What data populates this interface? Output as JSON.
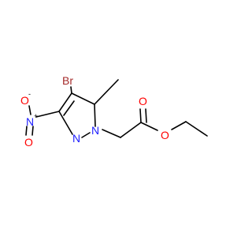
{
  "structure": {
    "atoms": {
      "br": "Br",
      "nitro_n": "N",
      "nitro_o_top": "O",
      "nitro_o_bottom": "O",
      "ring_n2": "N",
      "ring_n1": "N",
      "ester_o_carbonyl": "O",
      "ester_o": "O"
    },
    "charges": {
      "nitro_n": "+",
      "nitro_o_top": "-"
    }
  },
  "colors": {
    "bromine": "#a52a2a",
    "nitrogen": "#2020ff",
    "oxygen": "#ff0000",
    "bond": "#000000"
  }
}
